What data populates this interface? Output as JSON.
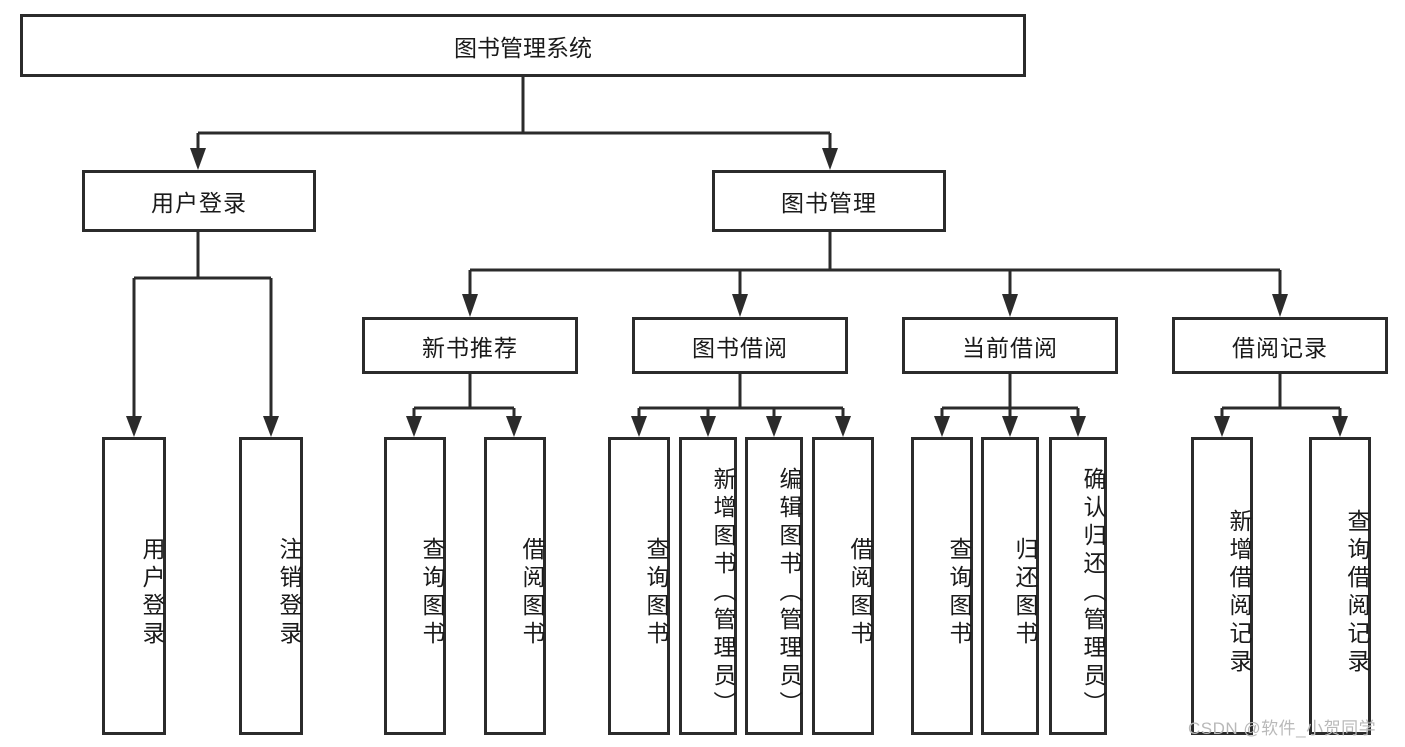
{
  "diagram": {
    "title": "图书管理系统",
    "type": "tree-hierarchy",
    "root": {
      "label": "图书管理系统",
      "children": [
        {
          "label": "用户登录",
          "children": [
            {
              "label": "用户登录"
            },
            {
              "label": "注销登录"
            }
          ]
        },
        {
          "label": "图书管理",
          "children": [
            {
              "label": "新书推荐",
              "children": [
                {
                  "label": "查询图书"
                },
                {
                  "label": "借阅图书"
                }
              ]
            },
            {
              "label": "图书借阅",
              "children": [
                {
                  "label": "查询图书"
                },
                {
                  "label": "新增图书（管理员）"
                },
                {
                  "label": "编辑图书（管理员）"
                },
                {
                  "label": "借阅图书"
                }
              ]
            },
            {
              "label": "当前借阅",
              "children": [
                {
                  "label": "查询图书"
                },
                {
                  "label": "归还图书"
                },
                {
                  "label": "确认归还（管理员）"
                }
              ]
            },
            {
              "label": "借阅记录",
              "children": [
                {
                  "label": "新增借阅记录"
                },
                {
                  "label": "查询借阅记录"
                }
              ]
            }
          ]
        }
      ]
    }
  },
  "nodes": {
    "root": "图书管理系统",
    "l2_user_login": "用户登录",
    "l2_book_manage": "图书管理",
    "l3_new_book": "新书推荐",
    "l3_borrow": "图书借阅",
    "l3_current": "当前借阅",
    "l3_records": "借阅记录",
    "leaf_user_login": "用户登录",
    "leaf_logout": "注销登录",
    "leaf_nb_query": "查询图书",
    "leaf_nb_borrow": "借阅图书",
    "leaf_bw_query": "查询图书",
    "leaf_bw_add": "新增图书（管理员）",
    "leaf_bw_edit": "编辑图书（管理员）",
    "leaf_bw_borrow": "借阅图书",
    "leaf_cur_query": "查询图书",
    "leaf_cur_return": "归还图书",
    "leaf_cur_confirm": "确认归还（管理员）",
    "leaf_rec_add": "新增借阅记录",
    "leaf_rec_query": "查询借阅记录"
  },
  "watermark": {
    "text": "CSDN @软件_小贺同学"
  },
  "colors": {
    "stroke": "#2b2b2b",
    "background": "#ffffff",
    "text": "#1a1a1a",
    "watermark": "#b9b9b9"
  }
}
